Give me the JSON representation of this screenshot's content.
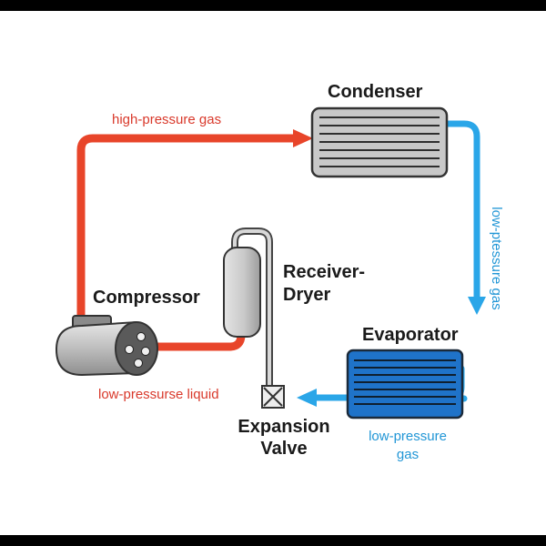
{
  "components": {
    "condenser": "Condenser",
    "compressor": "Compressor",
    "receiver_dryer_line1": "Receiver-",
    "receiver_dryer_line2": "Dryer",
    "evaporator": "Evaporator",
    "expansion_valve_line1": "Expansion",
    "expansion_valve_line2": "Valve"
  },
  "flows": {
    "high_pressure_gas": "high-pressure gas",
    "low_pressure_gas_vertical": "low-ptessure gas",
    "low_pressure_gas_line1": "low-pressure",
    "low_pressure_gas_line2": "gas",
    "low_pressure_liquid": "low-pressurse liquid"
  },
  "colors": {
    "hot_line": "#e8452a",
    "cold_line": "#2aa6e8",
    "condenser_fill": "#c8c8c8",
    "evaporator_fill": "#1f73c9",
    "compressor_fill": "#b4b4b4",
    "receiver_fill": "#cfcfcf",
    "hot_label": "#d9392b",
    "cold_label": "#2196d6"
  }
}
